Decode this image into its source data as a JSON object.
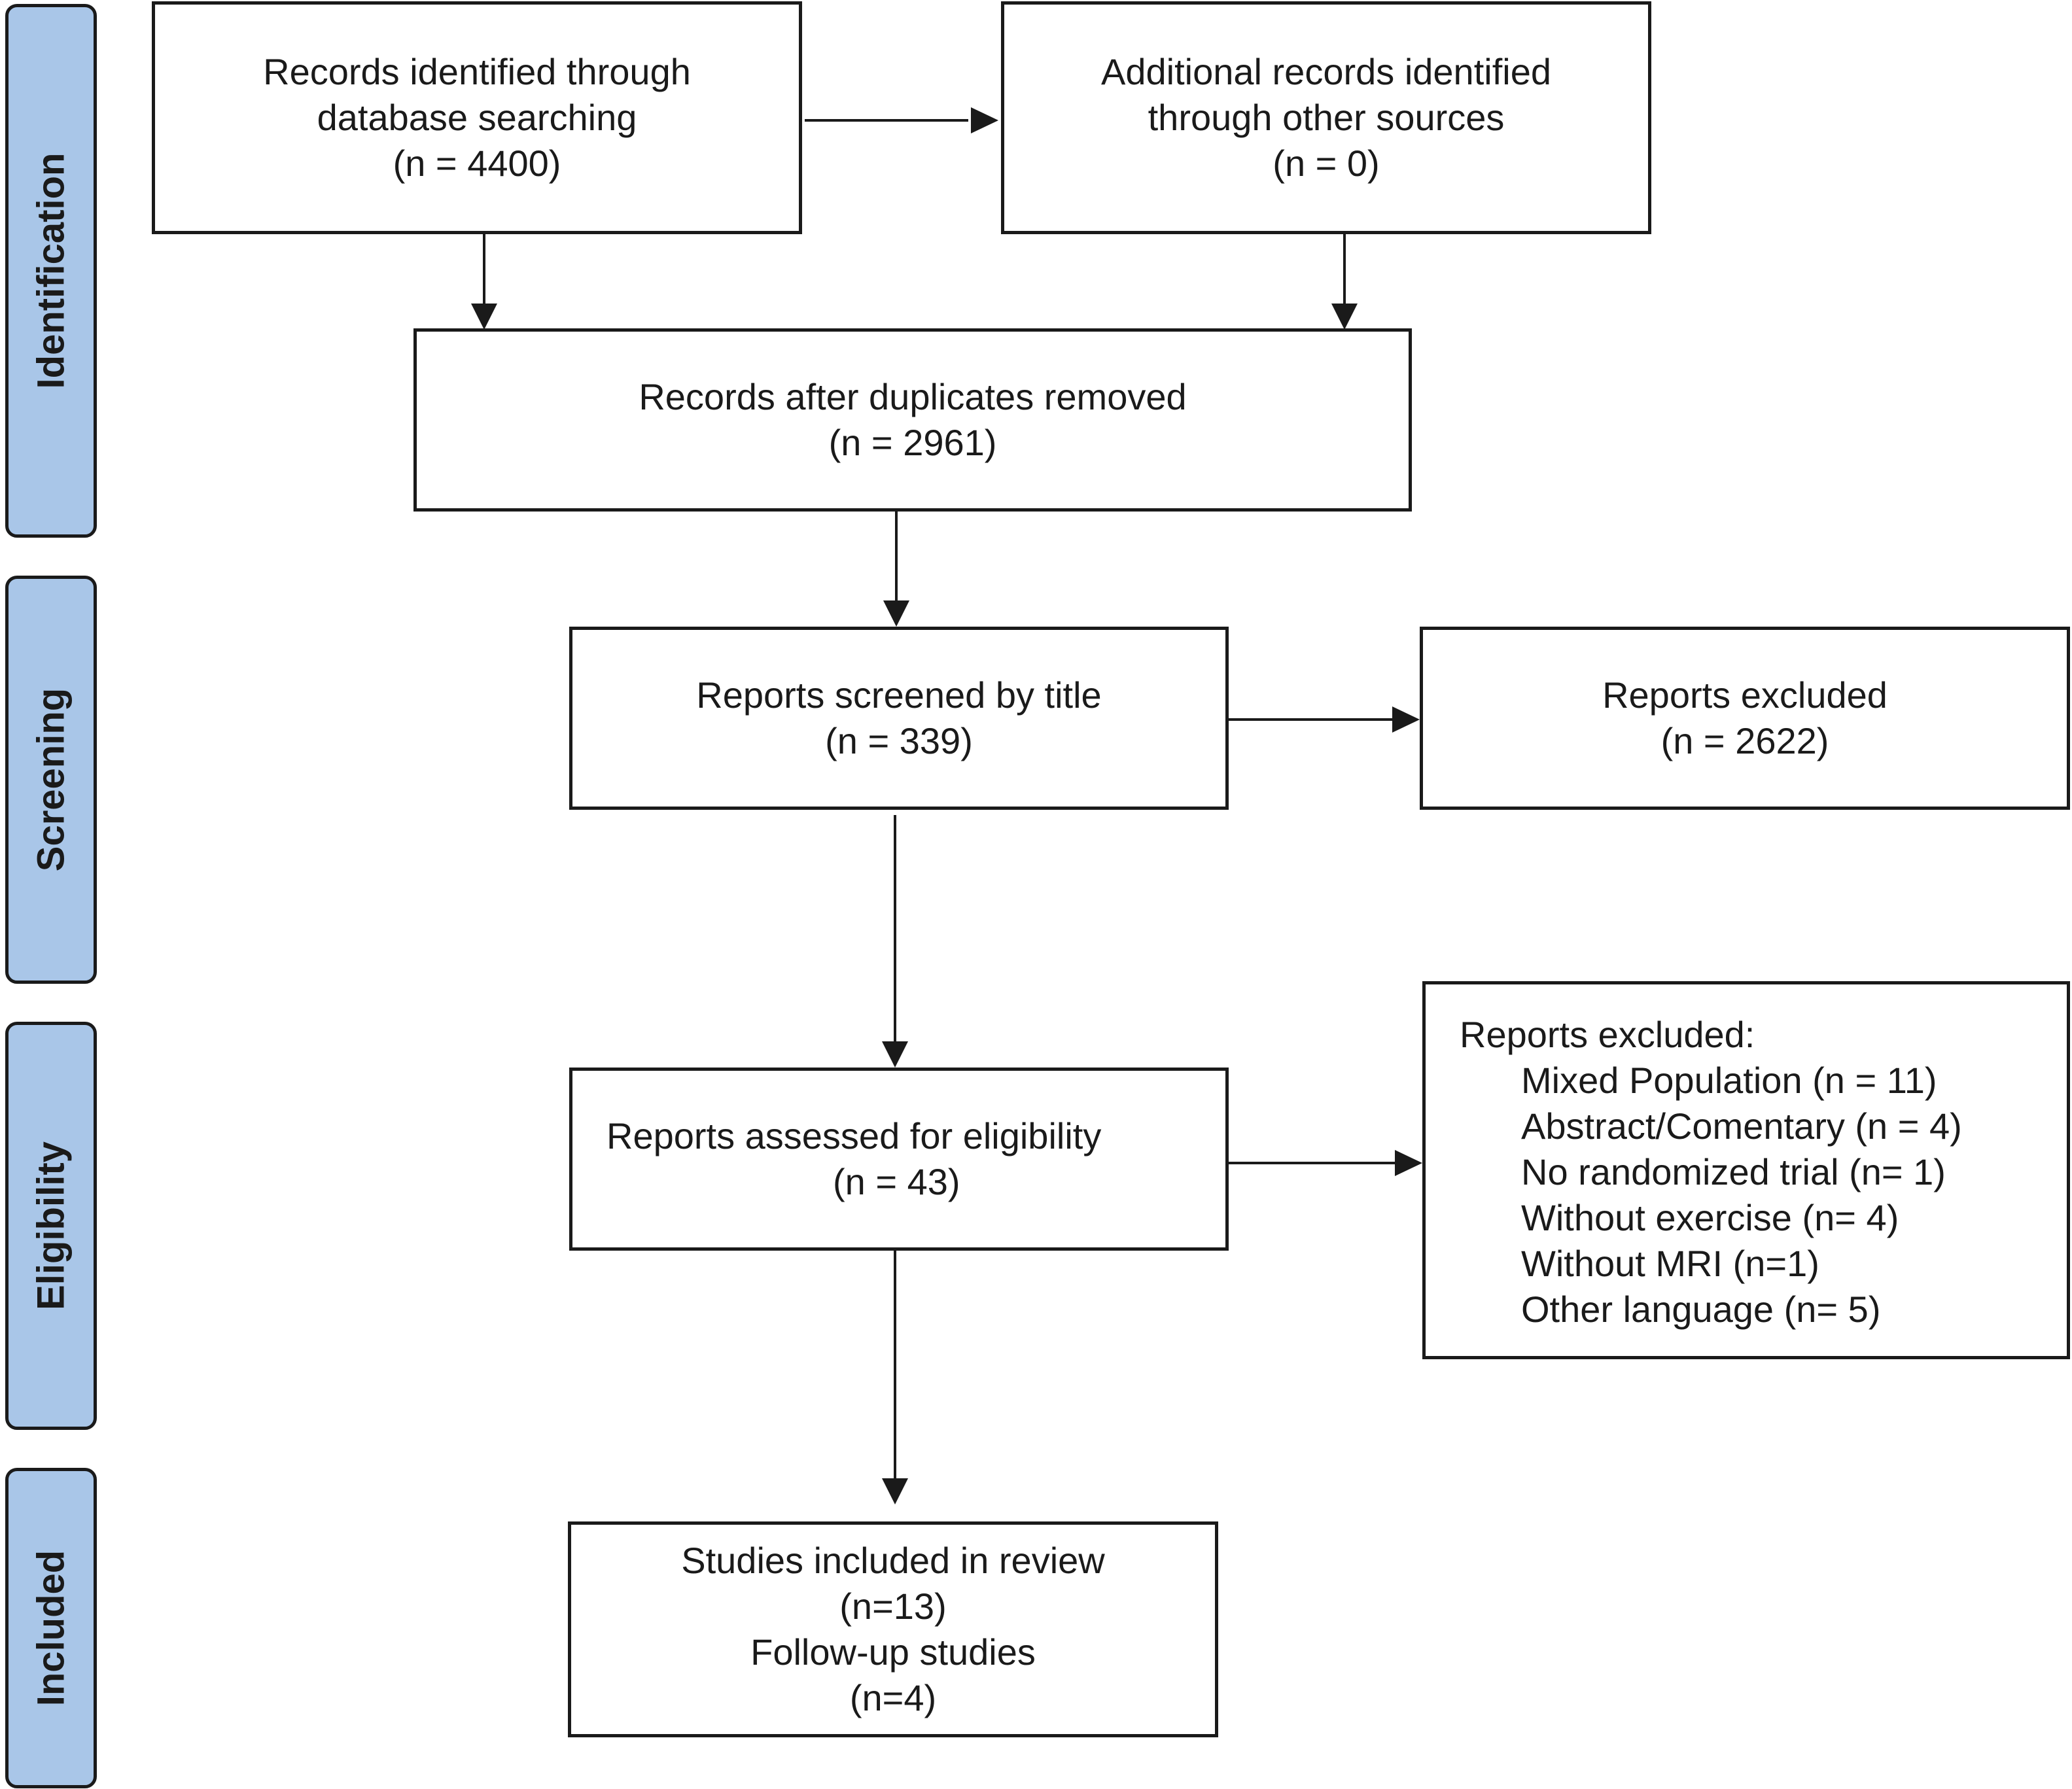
{
  "colors": {
    "stage_fill": "#a9c6e8",
    "stroke": "#1a1a1a",
    "box_fill": "#ffffff"
  },
  "stages": [
    {
      "label": "Identification"
    },
    {
      "label": "Screening"
    },
    {
      "label": "Eligibility"
    },
    {
      "label": "Included"
    }
  ],
  "boxes": {
    "database": {
      "line1": "Records identified through",
      "line2": "database searching",
      "line3": "(n = 4400)"
    },
    "other_sources": {
      "line1": "Additional records identified",
      "line2": "through other sources",
      "line3": "(n = 0)"
    },
    "duplicates_removed": {
      "line1": "Records after duplicates removed",
      "line2": "(n = 2961)"
    },
    "screened": {
      "line1": "Reports screened by title",
      "line2": "(n = 339)"
    },
    "excluded_screening": {
      "line1": "Reports excluded",
      "line2": "(n = 2622)"
    },
    "eligibility": {
      "line1": "Reports assessed for eligibility",
      "line2": "(n = 43)"
    },
    "excluded_eligibility": {
      "title": "Reports excluded:",
      "reasons": [
        "Mixed Population (n = 11)",
        "Abstract/Comentary (n = 4)",
        "No randomized trial (n= 1)",
        "Without exercise (n= 4)",
        "Without MRI (n=1)",
        "Other language (n= 5)"
      ]
    },
    "included": {
      "line1": "Studies included in review",
      "line2": "(n=13)",
      "line3": "Follow-up studies",
      "line4": "(n=4)"
    }
  }
}
